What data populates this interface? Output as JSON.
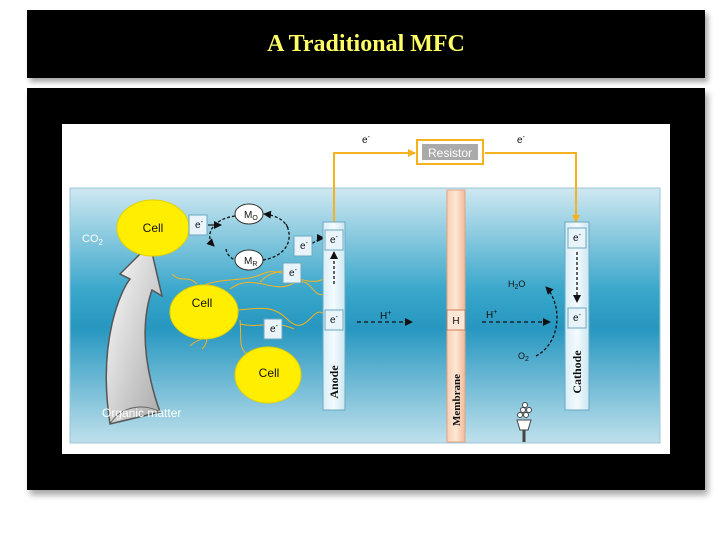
{
  "title": "A Traditional MFC",
  "diagram": {
    "resistor_label": "Resistor",
    "electron": "e",
    "electron_sup": "-",
    "cell_label": "Cell",
    "co2_base": "CO",
    "co2_sub": "2",
    "organic_matter": "Organic matter",
    "m_base": "M",
    "mo_sub": "O",
    "mr_sub": "R",
    "anode_label": "Anode",
    "cathode_label": "Cathode",
    "membrane_label": "Membrane",
    "h_label": "H",
    "hplus_base": "H",
    "hplus_sup": "+",
    "h2o_base": "H",
    "h2o_sub": "2",
    "h2o_end": "O",
    "o2_base": "O",
    "o2_sub": "2"
  },
  "colors": {
    "wire": "#f5b220",
    "cell_fill": "#ffee00",
    "chamber_top": "#bfe0ec",
    "chamber_mid": "#2d9fc4",
    "membrane": "#f6c6a6",
    "title_text": "#ffff66"
  }
}
